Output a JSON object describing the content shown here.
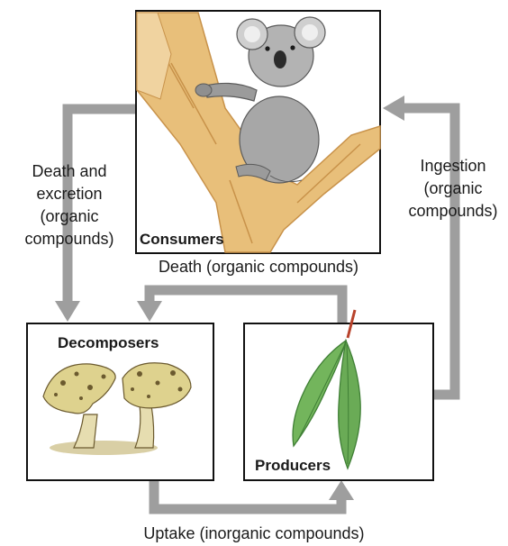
{
  "nodes": {
    "consumers": {
      "title": "Consumers"
    },
    "decomposers": {
      "title": "Decomposers"
    },
    "producers": {
      "title": "Producers"
    }
  },
  "flows": {
    "death_excretion": [
      "Death and",
      "excretion",
      "(organic",
      "compounds)"
    ],
    "death": "Death (organic compounds)",
    "ingestion": [
      "Ingestion",
      "(organic",
      "compounds)"
    ],
    "uptake": "Uptake (inorganic compounds)"
  },
  "colors": {
    "arrow": "#9e9e9e",
    "box_border": "#111111",
    "branch": "#e8bf7a",
    "koala_fur": "#a7a7a7",
    "mushroom_cap": "#ded28e",
    "leaf": "#73b55c"
  }
}
